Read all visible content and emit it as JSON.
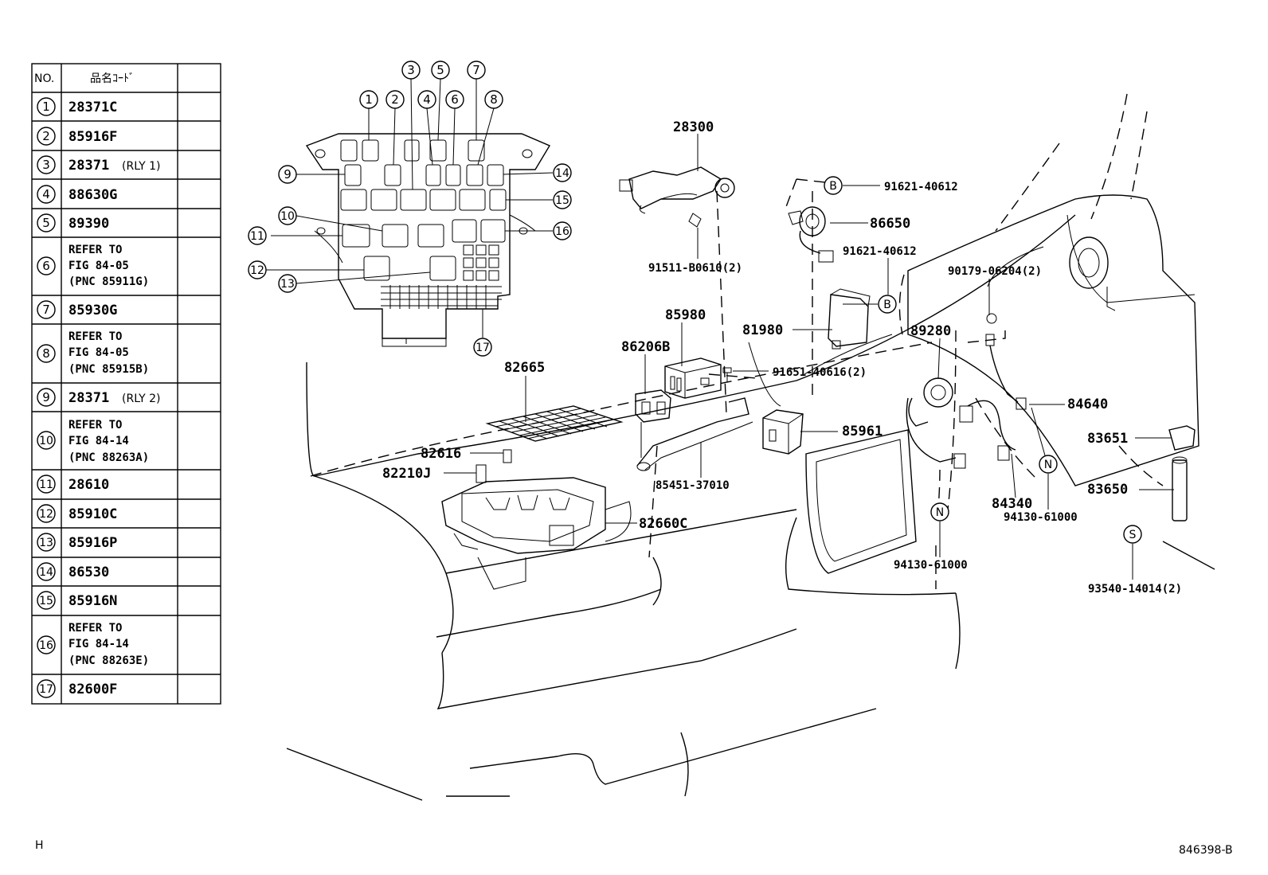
{
  "table": {
    "headers": [
      "NO.",
      "品名ｺｰﾄﾞ",
      ""
    ],
    "rows": [
      {
        "no": "1",
        "lines": [
          "28371C"
        ],
        "suffix": ""
      },
      {
        "no": "2",
        "lines": [
          "85916F"
        ],
        "suffix": ""
      },
      {
        "no": "3",
        "lines": [
          "28371"
        ],
        "suffix": "(RLY 1)"
      },
      {
        "no": "4",
        "lines": [
          "88630G"
        ],
        "suffix": ""
      },
      {
        "no": "5",
        "lines": [
          "89390"
        ],
        "suffix": ""
      },
      {
        "no": "6",
        "lines": [
          "REFER TO",
          "FIG 84-05",
          "(PNC 85911G)"
        ],
        "suffix": ""
      },
      {
        "no": "7",
        "lines": [
          "85930G"
        ],
        "suffix": ""
      },
      {
        "no": "8",
        "lines": [
          "REFER TO",
          "FIG 84-05",
          "(PNC 85915B)"
        ],
        "suffix": ""
      },
      {
        "no": "9",
        "lines": [
          "28371"
        ],
        "suffix": "(RLY 2)"
      },
      {
        "no": "10",
        "lines": [
          "REFER TO",
          "FIG 84-14",
          "(PNC 88263A)"
        ],
        "suffix": ""
      },
      {
        "no": "11",
        "lines": [
          "28610"
        ],
        "suffix": ""
      },
      {
        "no": "12",
        "lines": [
          "85910C"
        ],
        "suffix": ""
      },
      {
        "no": "13",
        "lines": [
          "85916P"
        ],
        "suffix": ""
      },
      {
        "no": "14",
        "lines": [
          "86530"
        ],
        "suffix": ""
      },
      {
        "no": "15",
        "lines": [
          "85916N"
        ],
        "suffix": ""
      },
      {
        "no": "16",
        "lines": [
          "REFER TO",
          "FIG 84-14",
          "(PNC 88263E)"
        ],
        "suffix": ""
      },
      {
        "no": "17",
        "lines": [
          "82600F"
        ],
        "suffix": ""
      }
    ]
  },
  "callouts": {
    "c1": "1",
    "c2": "2",
    "c3": "3",
    "c4": "4",
    "c5": "5",
    "c6": "6",
    "c7": "7",
    "c8": "8",
    "c9": "9",
    "c10": "10",
    "c11": "11",
    "c12": "12",
    "c13": "13",
    "c14": "14",
    "c15": "15",
    "c16": "16",
    "c17": "17"
  },
  "parts": {
    "p28300": "28300",
    "p91511": "91511-B0610(2)",
    "p91621a": "91621-40612",
    "p86650": "86650",
    "p91621b": "91621-40612",
    "p90179": "90179-06204(2)",
    "p85980": "85980",
    "p81980": "81980",
    "p86206": "86206B",
    "p89280": "89280",
    "p91651": "91651-40616(2)",
    "p82665": "82665",
    "p84640": "84640",
    "p85961": "85961",
    "p83651": "83651",
    "p82616": "82616",
    "p82210": "82210J",
    "p85451": "85451-37010",
    "p83650": "83650",
    "p84340": "84340",
    "p94130a": "94130-61000",
    "p82660": "82660C",
    "p94130b": "94130-61000",
    "p93540": "93540-14014(2)"
  },
  "markers": {
    "b1": "B",
    "b2": "B",
    "n1": "N",
    "n2": "N",
    "s1": "S"
  },
  "footer": {
    "left": "H",
    "right": "846398-B"
  }
}
